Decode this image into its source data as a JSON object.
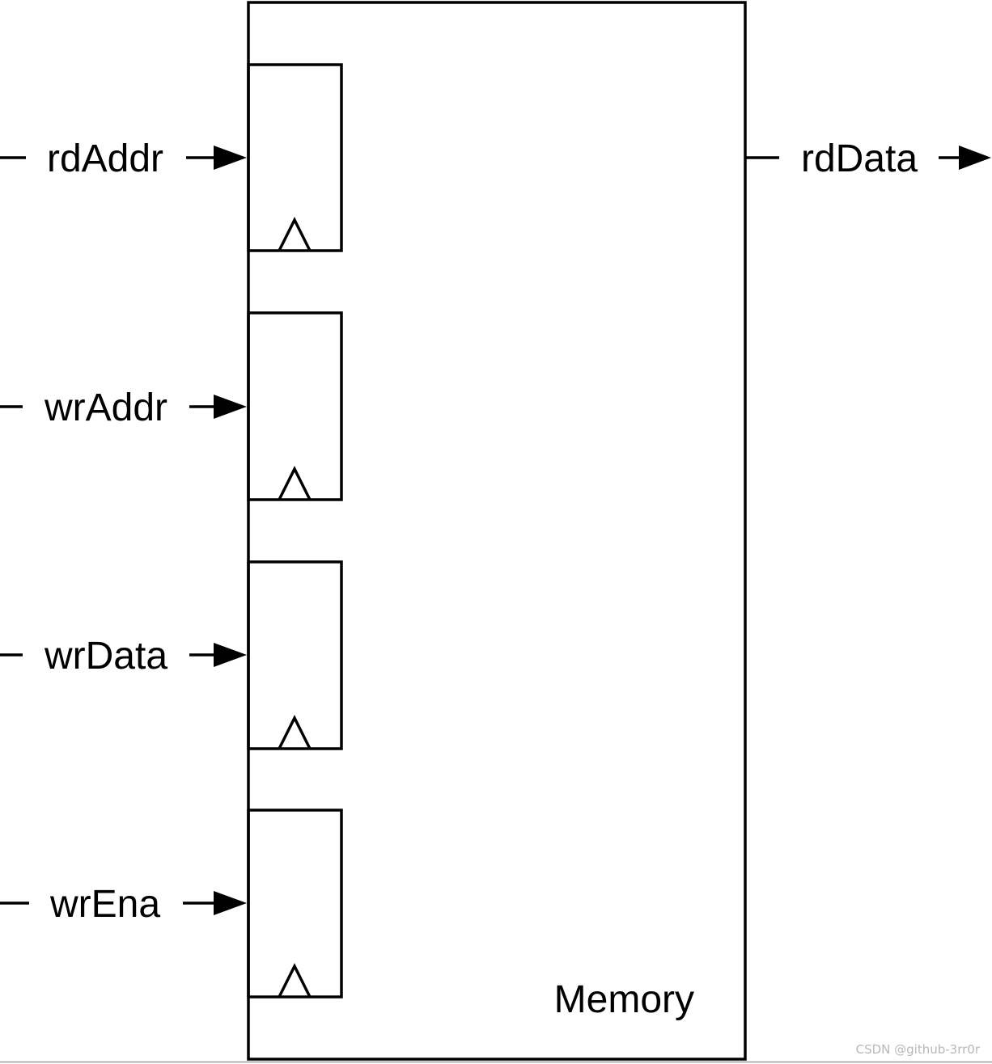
{
  "diagram": {
    "block_label": "Memory",
    "inputs": [
      {
        "name": "rdAddr"
      },
      {
        "name": "wrAddr"
      },
      {
        "name": "wrData"
      },
      {
        "name": "wrEna"
      }
    ],
    "outputs": [
      {
        "name": "rdData"
      }
    ]
  },
  "watermark": "CSDN @github-3rr0r",
  "colors": {
    "stroke": "#000000",
    "background": "#ffffff",
    "watermark": "#b8b8b8"
  }
}
